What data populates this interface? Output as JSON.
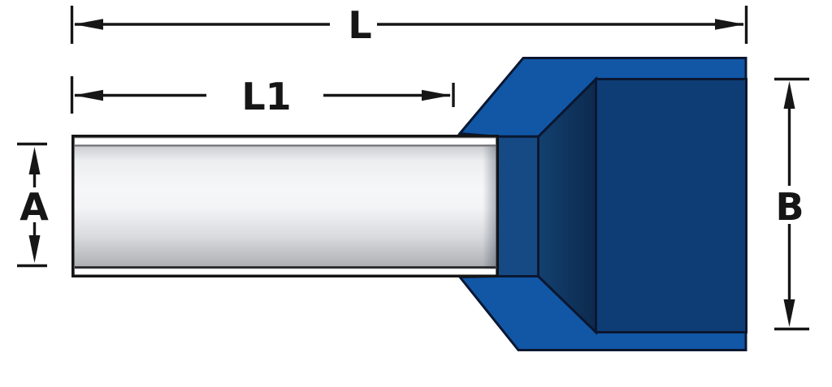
{
  "page": {
    "background": "#ffffff"
  },
  "drawing": {
    "type": "technical-dimension-diagram",
    "subject": "insulated wire ferrule, side view",
    "dimensions": {
      "overall_length_label": "L",
      "sleeve_length_label": "L1",
      "sleeve_diameter_label": "A",
      "collar_width_label": "B"
    },
    "colors": {
      "dimension_line": "#161616",
      "sleeve_outline": "#141414",
      "collar_outline": "#0a1731",
      "collar_bright_blue": "#1157a6",
      "collar_front_blue": "#0e3d75",
      "collar_side_blue_light": "#134070",
      "collar_side_blue_dark": "#0c2a4d",
      "collar_entry_blue": "#154a85",
      "sleeve_gray_dark": "#9fa1a5",
      "sleeve_gray_mid": "#d8dade",
      "sleeve_gray_bright": "#f6f7f9",
      "sleeve_highlight_white": "#ffffff"
    }
  }
}
